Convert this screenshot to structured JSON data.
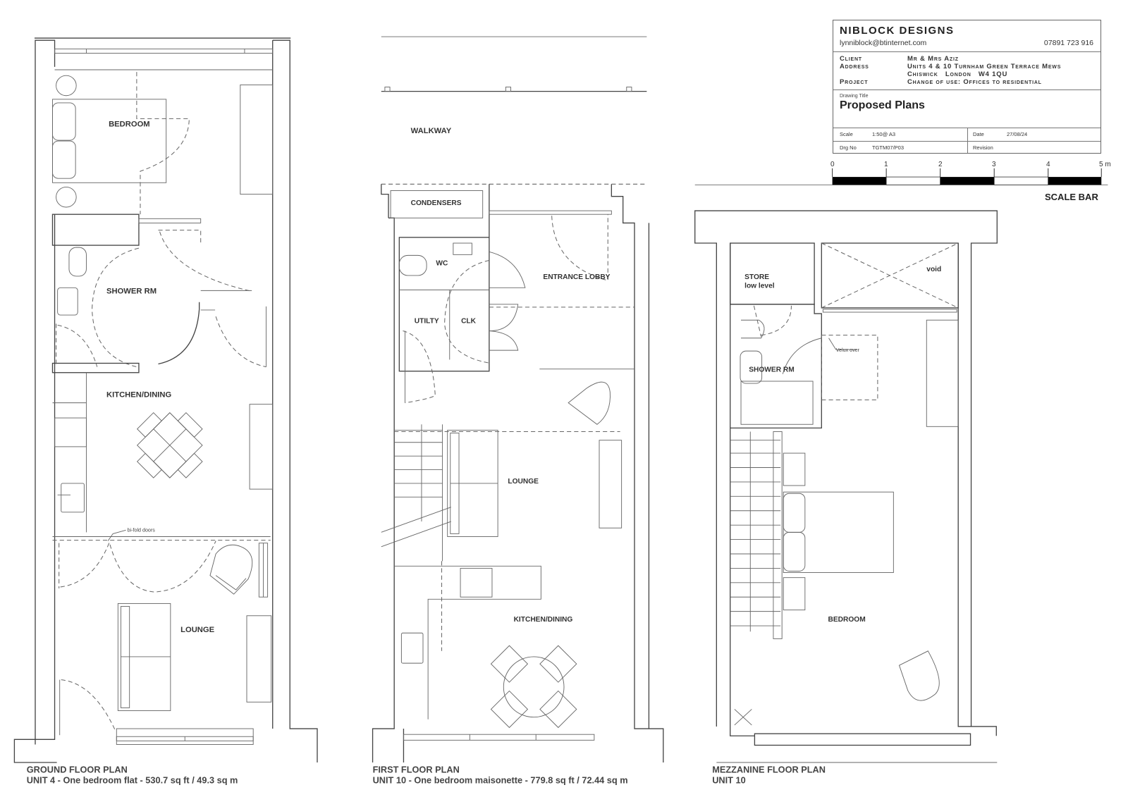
{
  "title_block": {
    "firm": "NIBLOCK DESIGNS",
    "email": "lynniblock@btinternet.com",
    "phone": "07891 723 916",
    "client_label": "Client",
    "client": "Mr & Mrs Aziz",
    "address_label": "Address",
    "address_line1": "Units 4 & 10 Turnham Green Terrace Mews",
    "address_line2": "Chiswick   London   W4 1QU",
    "project_label": "Project",
    "project": "Change of use: Offices to residential",
    "drawing_title_label": "Drawing Title",
    "drawing_title": "Proposed Plans",
    "scale_label": "Scale",
    "scale": "1:50@ A3",
    "date_label": "Date",
    "date": "27/08/24",
    "drg_no_label": "Drg No",
    "drg_no": "TGTM07/P03",
    "revision_label": "Revision",
    "revision": ""
  },
  "scale_bar": {
    "ticks": [
      "0",
      "1",
      "2",
      "3",
      "4",
      "5 m"
    ],
    "title": "SCALE BAR"
  },
  "ground_floor": {
    "rooms": [
      "BEDROOM",
      "SHOWER RM",
      "KITCHEN/DINING",
      "LOUNGE"
    ],
    "annotation": "bi-fold doors",
    "caption_title": "GROUND FLOOR PLAN",
    "caption_sub": "UNIT 4 - One bedroom flat - 530.7 sq ft / 49.3 sq m"
  },
  "first_floor": {
    "walkway": "WALKWAY",
    "rooms": [
      "CONDENSERS",
      "WC",
      "ENTRANCE LOBBY",
      "UTILTY",
      "CLK",
      "LOUNGE",
      "KITCHEN/DINING"
    ],
    "caption_title": "FIRST FLOOR PLAN",
    "caption_sub": "UNIT 10 - One bedroom maisonette - 779.8 sq ft / 72.44 sq m"
  },
  "mezzanine": {
    "rooms": [
      "STORE",
      "low level",
      "void",
      "SHOWER RM",
      "BEDROOM"
    ],
    "annotation": "Velux over",
    "caption_title": "MEZZANINE FLOOR PLAN",
    "caption_sub": "UNIT 10"
  }
}
